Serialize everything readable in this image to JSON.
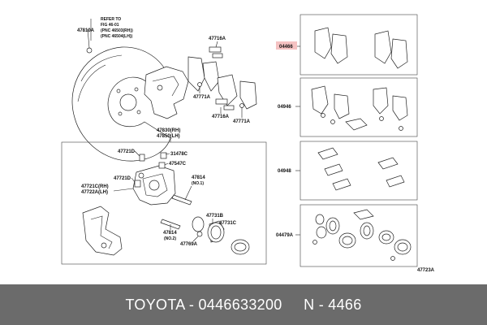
{
  "refer_note": {
    "line1": "REFER TO",
    "line2": "FIG 46-01",
    "line3": "(PNC 46503(RH))",
    "line4": "(PNC 46504(LH))"
  },
  "labels": {
    "l47810A": "47810A",
    "l47716A_top": "47716A",
    "l47771A_a": "47771A",
    "l47716A_b": "47716A",
    "l47771A_b": "47771A",
    "l47830": "47830(RH)",
    "l47850": "47850(LH)",
    "l47721D_a": "47721D",
    "l31478C": "31478C",
    "l47547C": "47547C",
    "l47721D_b": "47721D",
    "l47814_a": "47814",
    "l47814_a_no": "(NO.1)",
    "l47721C": "47721C(RH)",
    "l47722A": "47722A(LH)",
    "l47731B": "47731B",
    "l47731C": "47731C",
    "l47814_b": "47814",
    "l47814_b_no": "(NO.2)",
    "l47769A": "47769A",
    "l04466": "04466",
    "l04946": "04946",
    "l04948": "04948",
    "l04479A": "04479A",
    "fig_code": "47723A"
  },
  "footer": {
    "text": "TOYOTA - 0446633200     N - 4466"
  },
  "colors": {
    "footer_bg": "#6b6b6b",
    "highlight": "#f5c2c2"
  }
}
